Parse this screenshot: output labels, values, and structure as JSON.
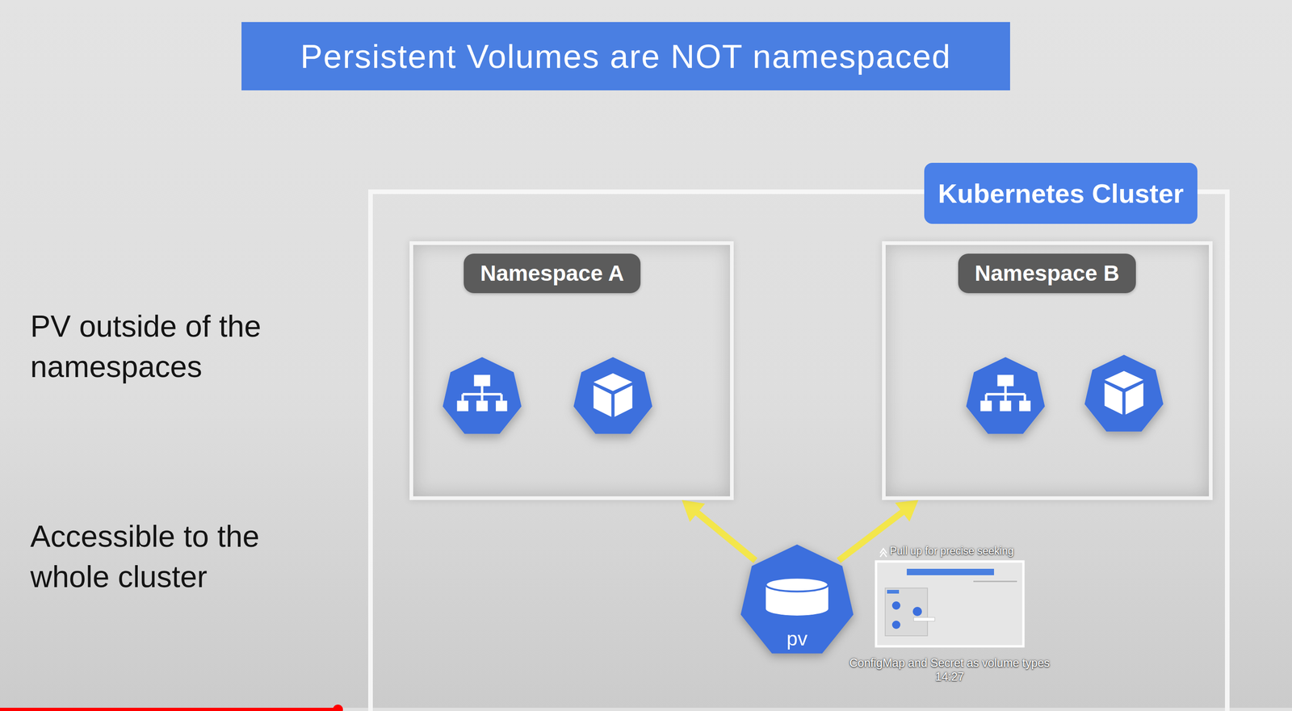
{
  "diagram": {
    "title": "Persistent Volumes are NOT namespaced",
    "nodes": [
      {
        "text": [
          "Kubernetes Cluster"
        ]
      },
      {
        "text": [
          "Namespace A"
        ],
        "in": 0
      },
      {
        "text": [
          "Namespace B"
        ],
        "in": 0
      },
      {
        "text": [
          "pv"
        ],
        "in": 0
      }
    ],
    "edges": [
      {
        "from": 3,
        "to": 1,
        "arrow": "to"
      },
      {
        "from": 3,
        "to": 2,
        "arrow": "to"
      }
    ],
    "labels": [
      "PV outside of the namespaces",
      "Accessible to the whole cluster",
      "Pull up for precise seeking",
      "ConfigMap and Secret as volume types",
      "14:27"
    ]
  }
}
